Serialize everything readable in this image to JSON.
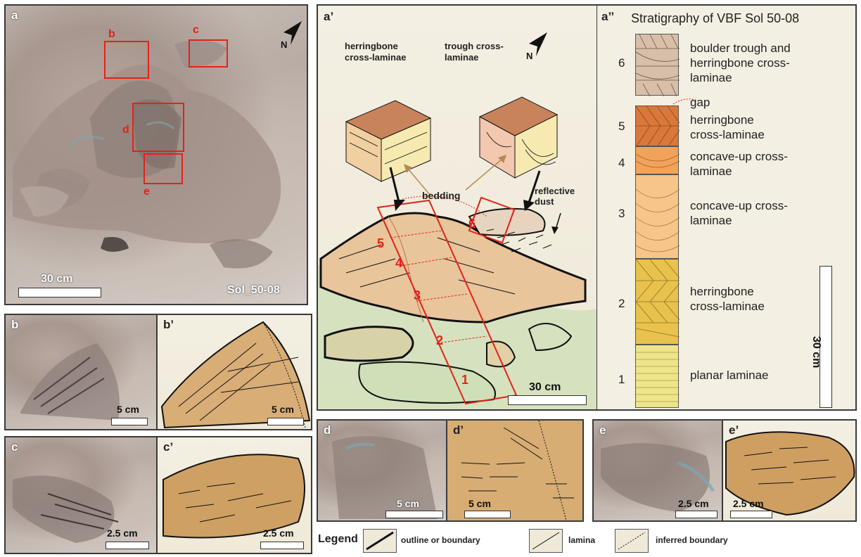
{
  "panel_a": {
    "label": "a",
    "sol": "Sol_50-08",
    "scale": "30 cm",
    "north": "N",
    "boxes": [
      "b",
      "c",
      "d",
      "e"
    ]
  },
  "panel_a_prime": {
    "label": "a’",
    "north": "N",
    "herringbone": "herringbone cross-laminae",
    "trough": "trough cross-laminae",
    "bedding": "bedding",
    "dust": "reflective dust",
    "scale": "30 cm",
    "units": [
      "1",
      "2",
      "3",
      "4",
      "5",
      "6"
    ]
  },
  "panel_a_dprime": {
    "label": "a’’",
    "title": "Stratigraphy of VBF Sol 50-08",
    "scale": "30 cm",
    "units": [
      {
        "num": "6",
        "desc": "boulder trough and herringbone cross-laminae",
        "color": "#d8bfa9"
      },
      {
        "num": "",
        "desc": "gap",
        "color": ""
      },
      {
        "num": "5",
        "desc": "herringbone cross-laminae",
        "color": "#d9783a"
      },
      {
        "num": "4",
        "desc": "concave-up cross-laminae",
        "color": "#f2a35a"
      },
      {
        "num": "3",
        "desc": "concave-up cross-laminae",
        "color": "#f7c48a"
      },
      {
        "num": "2",
        "desc": "herringbone cross-laminae",
        "color": "#e8c24c"
      },
      {
        "num": "1",
        "desc": "planar laminae",
        "color": "#eee58a"
      }
    ]
  },
  "panels_small": {
    "b": {
      "label": "b",
      "scale": "5 cm"
    },
    "b_prime": {
      "label": "b’",
      "scale": "5 cm"
    },
    "c": {
      "label": "c",
      "scale": "2.5 cm"
    },
    "c_prime": {
      "label": "c’",
      "scale": "2.5 cm"
    },
    "d": {
      "label": "d",
      "scale": "5 cm"
    },
    "d_prime": {
      "label": "d’",
      "scale": "5 cm"
    },
    "e": {
      "label": "e",
      "scale": "2.5 cm"
    },
    "e_prime": {
      "label": "e’",
      "scale": "2.5 cm"
    }
  },
  "legend": {
    "title": "Legend",
    "items": [
      "outline or boundary",
      "lamina",
      "inferred boundary"
    ]
  },
  "colors": {
    "red": "#e2231a",
    "frame": "#3a3a3a"
  }
}
